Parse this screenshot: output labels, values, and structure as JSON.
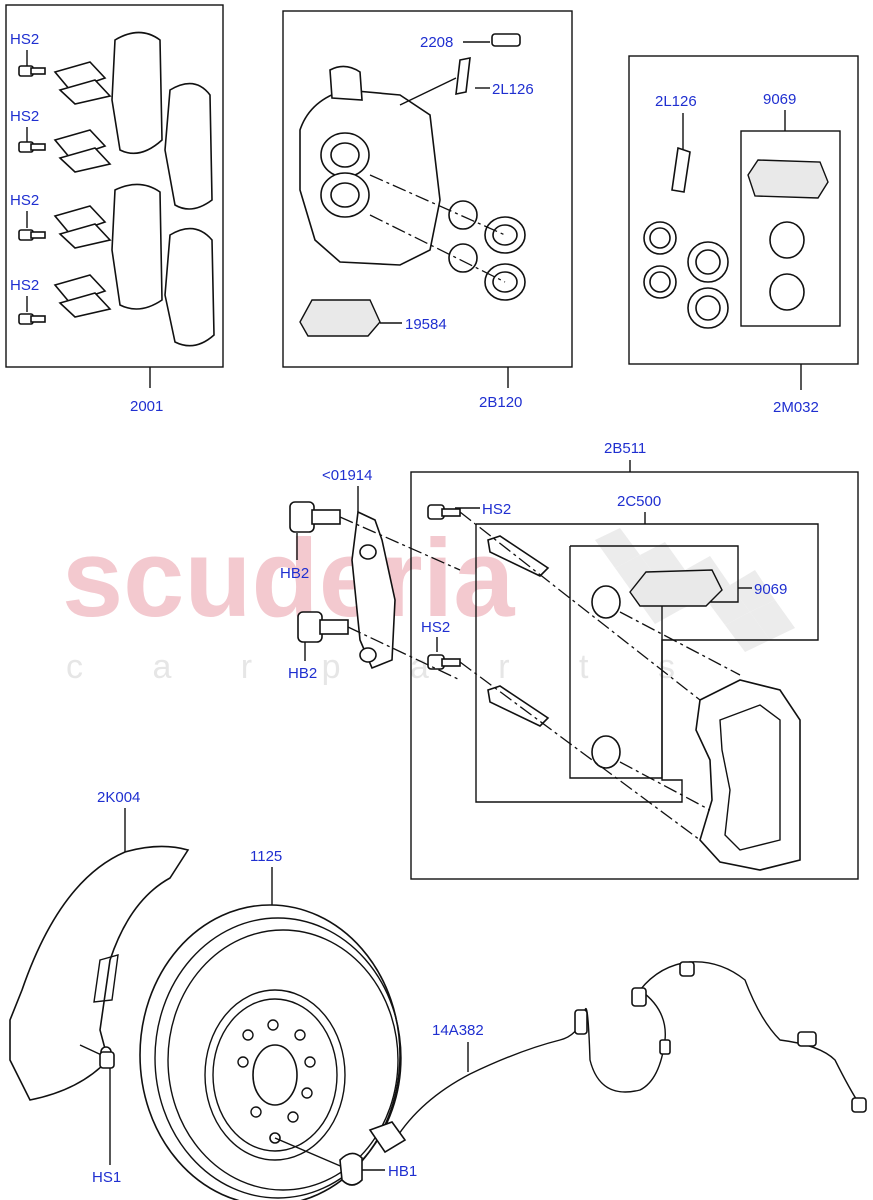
{
  "watermark": {
    "brand": "scuderia",
    "tagline": "c a r   p a r t s"
  },
  "labels": {
    "box_2001": "2001",
    "hs2_a": "HS2",
    "hs2_b": "HS2",
    "hs2_c": "HS2",
    "hs2_d": "HS2",
    "box_2b120": "2B120",
    "l2208": "2208",
    "l2l126_a": "2L126",
    "l19584": "19584",
    "box_2m032": "2M032",
    "l2l126_b": "2L126",
    "l9069_a": "9069",
    "l2b511": "2B511",
    "l01914": "<01914",
    "hs2_e": "HS2",
    "l2c500": "2C500",
    "hb2_a": "HB2",
    "l9069_b": "9069",
    "hs2_f": "HS2",
    "hb2_b": "HB2",
    "l2k004": "2K004",
    "l1125": "1125",
    "l14a382": "14A382",
    "hs1": "HS1",
    "hb1": "HB1"
  },
  "colors": {
    "label": "#1f2fd0",
    "line": "#111111",
    "watermark_red": "#f3c9cf",
    "watermark_grey": "#e6e6e6"
  }
}
